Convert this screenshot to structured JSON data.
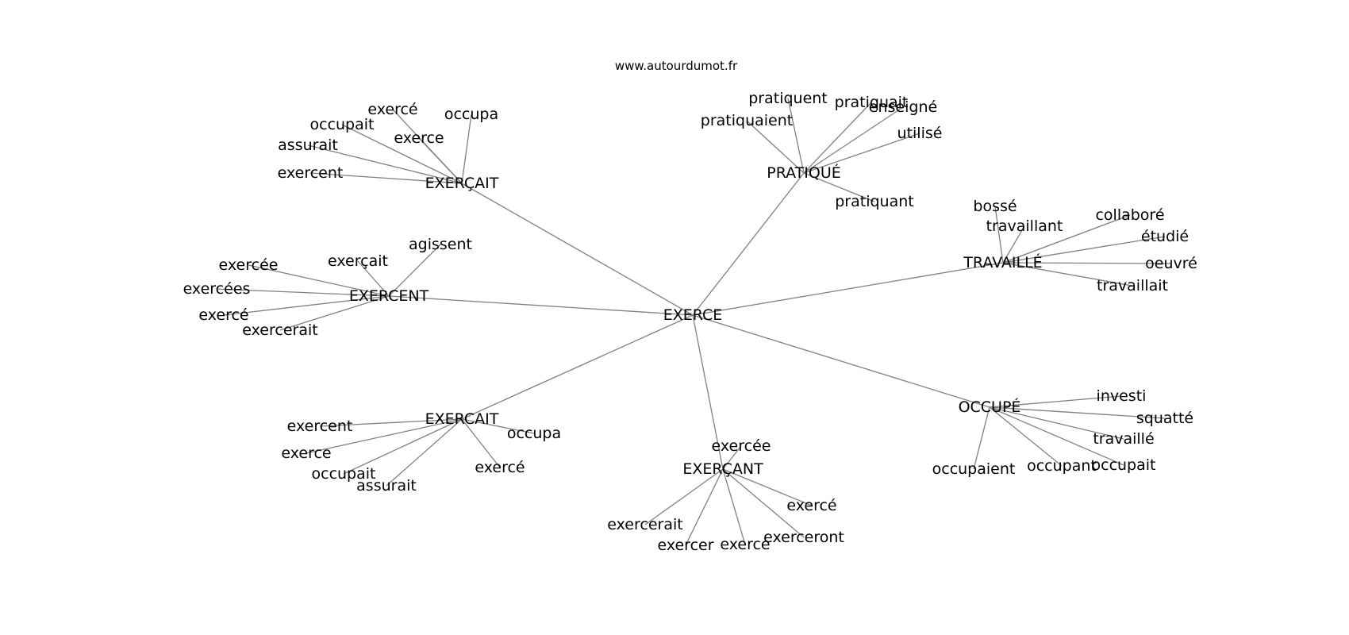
{
  "source": "www.autourdumot.fr",
  "center": "EXERCE",
  "clusters": [
    {
      "label": "EXERÇAIT",
      "words": [
        "exercé",
        "occupa",
        "occupait",
        "exerce",
        "assurait",
        "exercent"
      ]
    },
    {
      "label": "PRATIQUÉ",
      "words": [
        "pratiquent",
        "pratiquait",
        "enseigné",
        "pratiquaient",
        "utilisé",
        "pratiquant"
      ]
    },
    {
      "label": "TRAVAILLÉ",
      "words": [
        "bossé",
        "travaillant",
        "collaboré",
        "étudié",
        "oeuvré",
        "travaillait"
      ]
    },
    {
      "label": "EXERCENT",
      "words": [
        "agissent",
        "exercée",
        "exerçait",
        "exercées",
        "exercé",
        "exercerait"
      ]
    },
    {
      "label": "OCCUPÉ",
      "words": [
        "investi",
        "squatté",
        "travaillé",
        "occupait",
        "occupaient",
        "occupant"
      ]
    },
    {
      "label": "EXERCAIT",
      "words": [
        "exercent",
        "occupa",
        "exerce",
        "occupait",
        "exercé",
        "assurait"
      ]
    },
    {
      "label": "EXERÇANT",
      "words": [
        "exercée",
        "exercé",
        "exercerait",
        "exerceront",
        "exercer",
        "exerce"
      ]
    }
  ]
}
